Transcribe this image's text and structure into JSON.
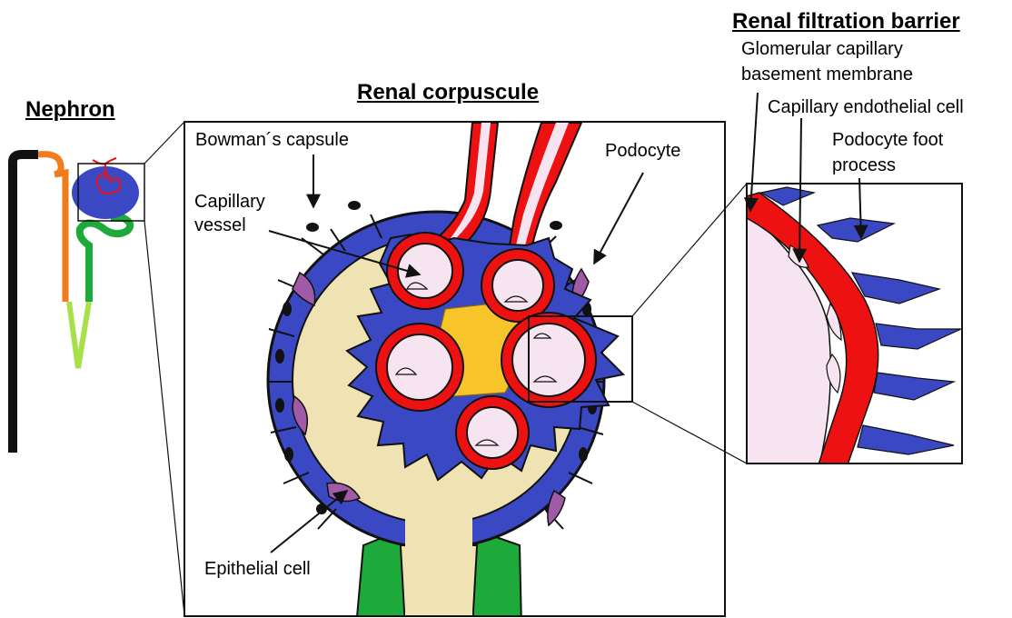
{
  "headings": {
    "nephron": "Nephron",
    "corpuscle": "Renal corpuscule",
    "barrier": "Renal filtration barrier"
  },
  "labels": {
    "bowman": "Bowman´s capsule",
    "capillary_line1": "Capillary",
    "capillary_line2": "vessel",
    "podocyte": "Podocyte",
    "epithelial": "Epithelial cell",
    "gbm_line1": "Glomerular capillary",
    "gbm_line2": "basement membrane",
    "endothelial": "Capillary endothelial cell",
    "foot_line1": "Podocyte foot",
    "foot_line2": "process"
  },
  "colors": {
    "capsule_blue": "#3a48c4",
    "capillary_red": "#ee1111",
    "lumen_pink": "#f6e4f0",
    "space_tan": "#efe3b4",
    "mesangial_yellow": "#f7c52a",
    "epithelial_purple": "#a15aa6",
    "tubule_green": "#1eaa3a",
    "tubule_orange": "#f27b1c",
    "loop_lime": "#a8e04a"
  }
}
